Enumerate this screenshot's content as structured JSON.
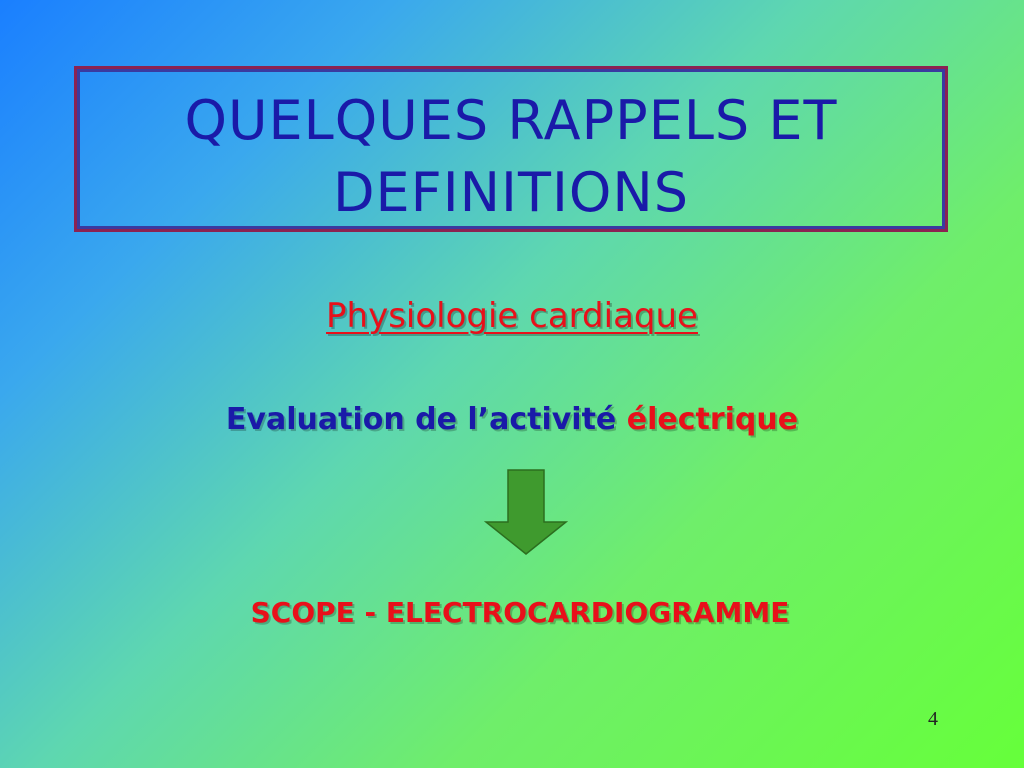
{
  "slide": {
    "title": "QUELQUES RAPPELS ET DEFINITIONS",
    "subtitle": "Physiologie cardiaque",
    "evaluation_prefix": "Evaluation de l’activité",
    "evaluation_highlight": "électrique",
    "arrow_icon": "down-arrow-icon",
    "conclusion": "SCOPE - ELECTROCARDIOGRAMME",
    "page_number": "4"
  },
  "colors": {
    "title_text": "#1a1aa8",
    "title_border": "#8b2252",
    "highlight_red": "#e8101a",
    "arrow_green": "#3f9a2e",
    "background_start": "#1a7fff",
    "background_end": "#66ff3a"
  }
}
